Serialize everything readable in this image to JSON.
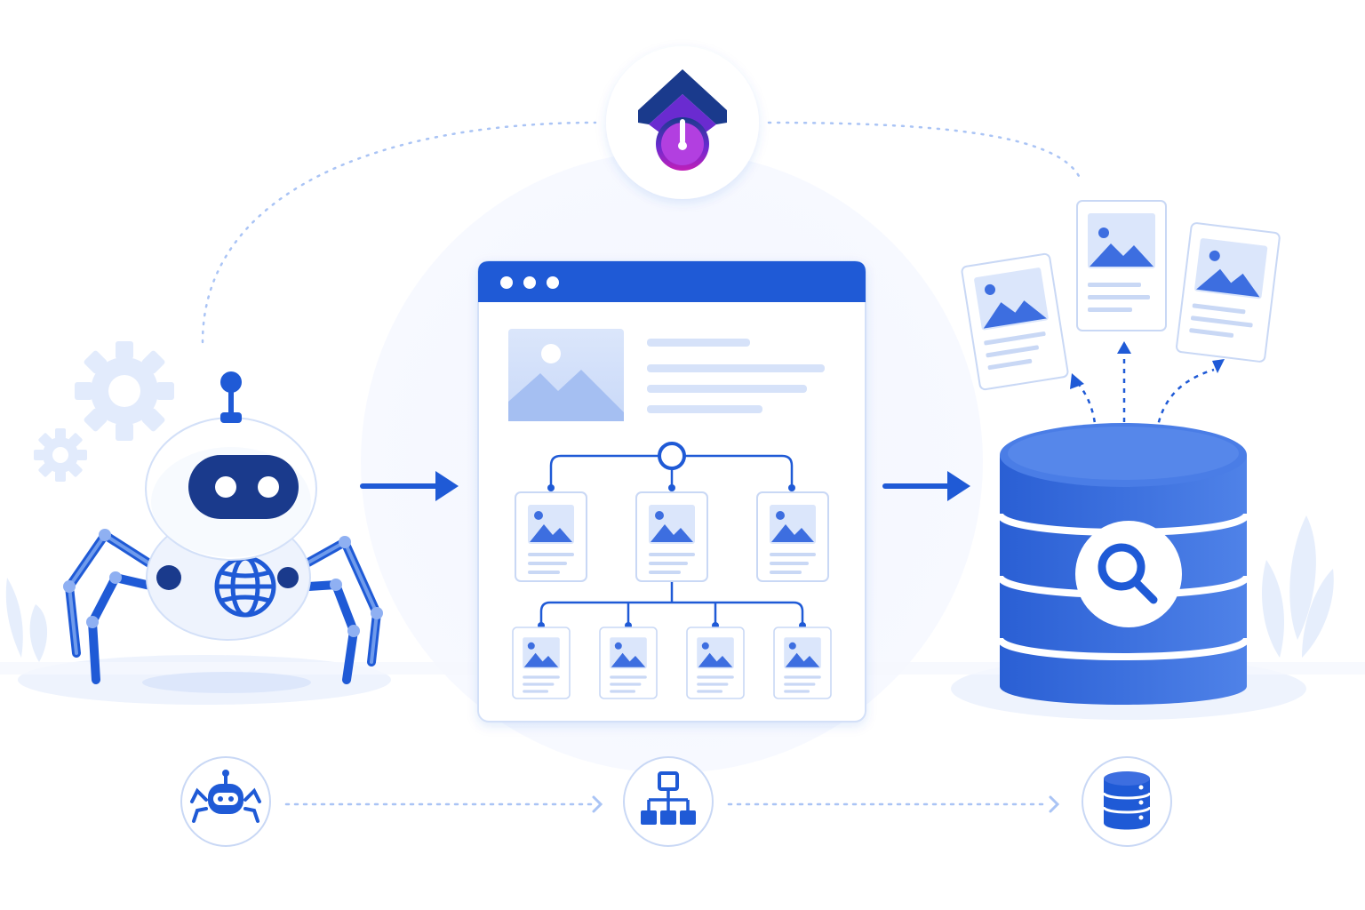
{
  "diagram": {
    "top_badge": {
      "icon": "arrow-up-with-pin-logo-icon"
    },
    "stages": [
      {
        "id": "crawl",
        "icon": "spider-robot-icon",
        "step_icon": "robot-spider-icon"
      },
      {
        "id": "structure",
        "icon": "web-page-sitemap-icon",
        "step_icon": "hierarchy-icon"
      },
      {
        "id": "index",
        "icon": "database-search-icon",
        "step_icon": "database-icon"
      }
    ],
    "page_tree": {
      "top_nodes": 3,
      "bottom_nodes": 4
    },
    "output_cards": 3
  },
  "colors": {
    "primary": "#1f5ad6",
    "primary_dark": "#1546b8",
    "navy": "#1a3a8c",
    "accent_purple": "#b23fe0",
    "accent_magenta": "#c21fb8",
    "light_blue": "#aac4f5",
    "pale_blue": "#eef3fd",
    "stroke": "#c9d8f5"
  }
}
